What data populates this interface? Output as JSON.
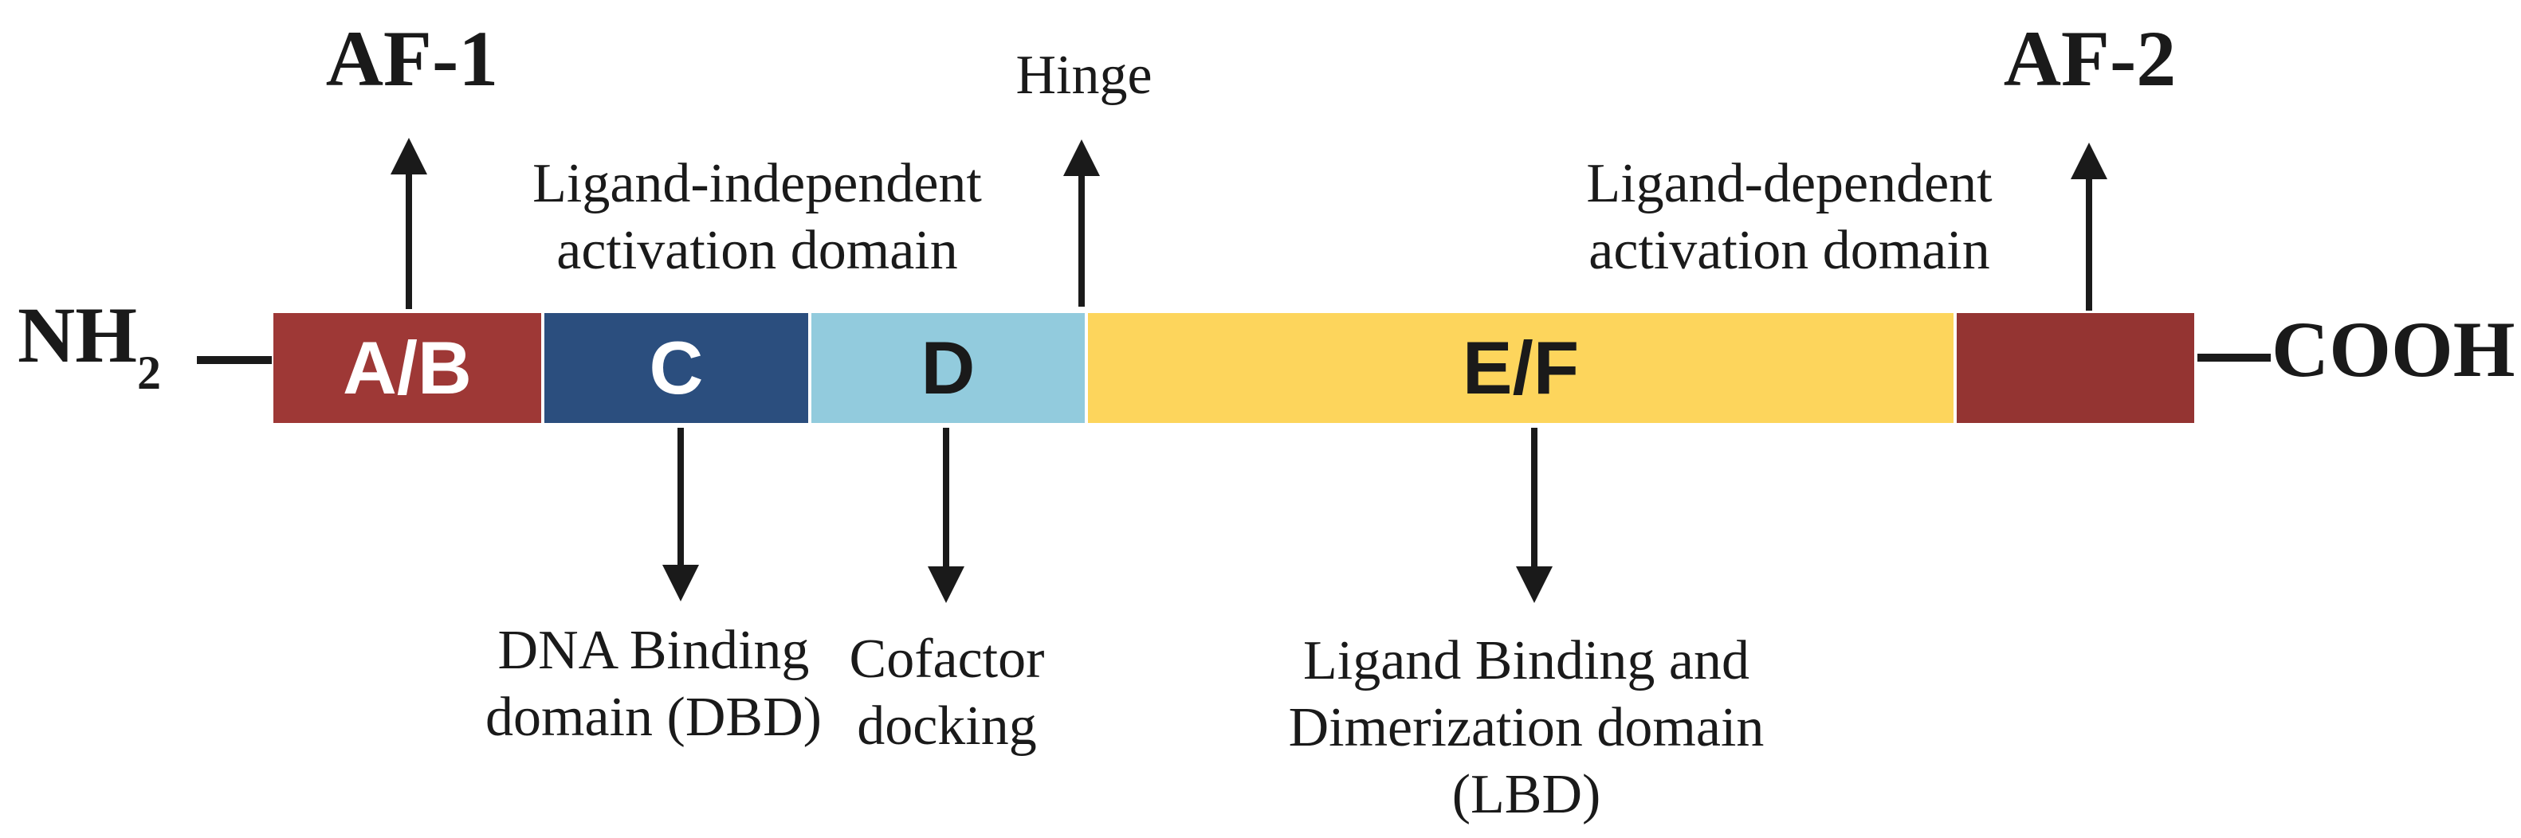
{
  "terminals": {
    "left_main": "NH",
    "left_subscript": "2",
    "right": "COOH"
  },
  "annotations": {
    "af1": "AF-1",
    "af2": "AF-2",
    "hinge": "Hinge",
    "ligand_independent": [
      "Ligand-independent",
      "activation domain"
    ],
    "ligand_dependent": [
      "Ligand-dependent",
      "activation domain"
    ],
    "dbd": [
      "DNA Binding",
      "domain (DBD)"
    ],
    "cofactor": [
      "Cofactor",
      "docking"
    ],
    "lbd": [
      "Ligand Binding and",
      "Dimerization domain",
      "(LBD)"
    ]
  },
  "segments": [
    {
      "label": "A/B",
      "color": "#9E3836",
      "text_color": "#FFFFFF"
    },
    {
      "label": "C",
      "color": "#2B4E7E",
      "text_color": "#FFFFFF"
    },
    {
      "label": "D",
      "color": "#92CBDD",
      "text_color": "#1A1A1A"
    },
    {
      "label": "E/F",
      "color": "#FDD55C",
      "text_color": "#1A1A1A"
    },
    {
      "label": "",
      "color": "#943432",
      "text_color": "#FFFFFF"
    }
  ],
  "arrow_color": "#1A1A1A",
  "separator_color": "#FFFFFF"
}
